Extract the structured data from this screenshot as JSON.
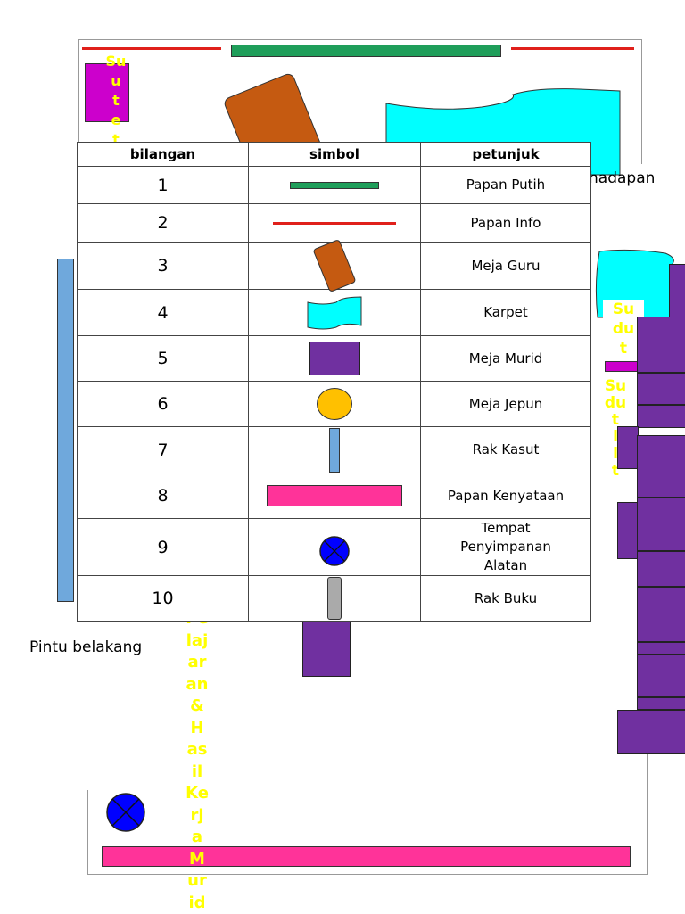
{
  "legend": {
    "headers": [
      "bilangan",
      "simbol",
      "petunjuk"
    ],
    "rows": [
      {
        "num": "1",
        "label": "Papan Putih",
        "symbol": "whiteboard"
      },
      {
        "num": "2",
        "label": "Papan Info",
        "symbol": "info-board"
      },
      {
        "num": "3",
        "label": "Meja Guru",
        "symbol": "teacher-desk"
      },
      {
        "num": "4",
        "label": "Karpet",
        "symbol": "carpet"
      },
      {
        "num": "5",
        "label": "Meja Murid",
        "symbol": "student-desk"
      },
      {
        "num": "6",
        "label": "Meja Jepun",
        "symbol": "japanese-table"
      },
      {
        "num": "7",
        "label": "Rak Kasut",
        "symbol": "shoe-rack"
      },
      {
        "num": "8",
        "label": "Papan Kenyataan",
        "symbol": "notice-board"
      },
      {
        "num": "9",
        "label": "Tempat Penyimpanan Alatan",
        "symbol": "storage"
      },
      {
        "num": "10",
        "label": "Rak Buku",
        "symbol": "bookshelf"
      }
    ]
  },
  "labels": {
    "front_door": "hadapan",
    "back_door": "Pintu belakang",
    "corner_top_left": "Su\nu\nt\ne\nt",
    "corner_right_1": "Su\ndu\nt",
    "corner_right_2": "Su\ndu\nt\nl\nl\nt",
    "gallery": "Pe\nlaj\nar\nan\n&\nH\nas\nil\nKe\nrj\na\nM\nur\nid"
  },
  "colors": {
    "whiteboard": "#1f9e5a",
    "info_board": "#e0201b",
    "teacher_desk": "#c55a11",
    "carpet": "#00ffff",
    "student_desk": "#7030a0",
    "japanese_table": "#ffc000",
    "shoe_rack": "#6fa8dc",
    "notice_board": "#ff3399",
    "storage": "#0000ff",
    "bookshelf": "#aaaaaa",
    "label_yellow": "#ffff00"
  }
}
